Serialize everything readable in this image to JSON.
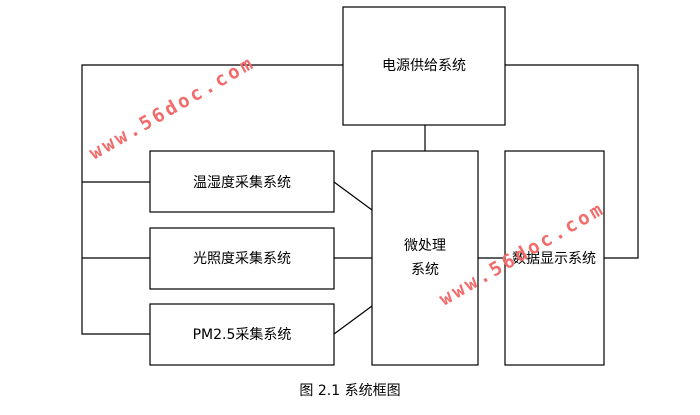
{
  "blocks": {
    "power": "电源供给系统",
    "temp_humidity": "温湿度采集系统",
    "light": "光照度采集系统",
    "pm25": "PM2.5采集系统",
    "mcu_line1": "微处理",
    "mcu_line2": "系统",
    "display": "数据显示系统"
  },
  "caption": "图 2.1 系统框图",
  "watermark": "www.56doc.com",
  "colors": {
    "lines": "#000000",
    "watermark": "#f26b6b"
  }
}
